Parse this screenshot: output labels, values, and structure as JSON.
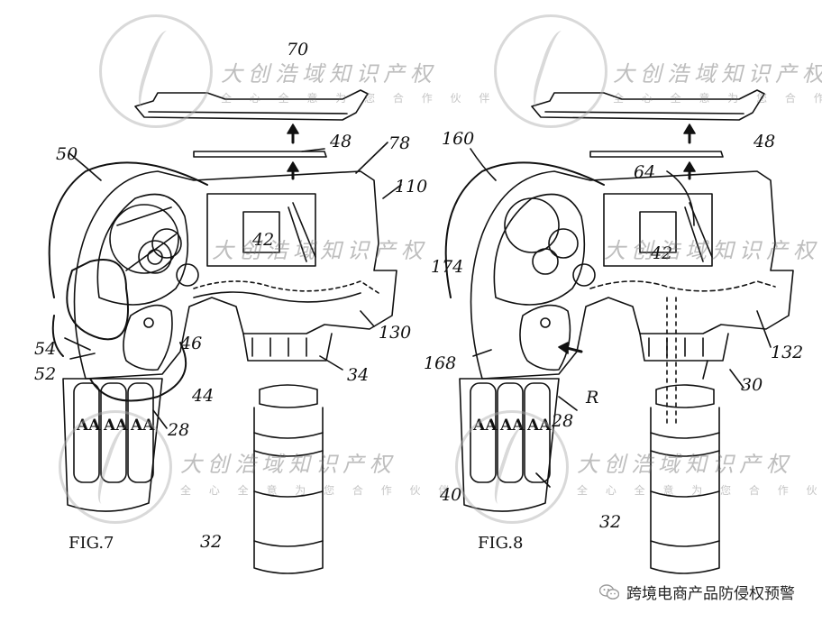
{
  "fig7": {
    "caption": "FIG.7",
    "labels": {
      "l70": "70",
      "l50": "50",
      "l48": "48",
      "l78": "78",
      "l110": "110",
      "l130": "130",
      "l54": "54",
      "l52": "52",
      "l46": "46",
      "l44": "44",
      "l34": "34",
      "l28": "28",
      "l32": "32",
      "l42": "42"
    }
  },
  "fig8": {
    "caption": "FIG.8",
    "labels": {
      "l160": "160",
      "l48": "48",
      "l64": "64",
      "l42": "42",
      "l174": "174",
      "l132": "132",
      "l168": "168",
      "lR": "R",
      "l28": "28",
      "l30": "30",
      "l40": "40",
      "l32": "32"
    }
  },
  "battery_text": "AA",
  "watermark": {
    "line1": "大创浩域知识产权",
    "line2": "全 心 全 意 为 您 合 作 伙 伴"
  },
  "footer": {
    "icon": "wechat-icon",
    "text": "跨境电商产品防侵权预警"
  },
  "colors": {
    "ink": "#111111",
    "watermark": "#9a9a9a"
  }
}
